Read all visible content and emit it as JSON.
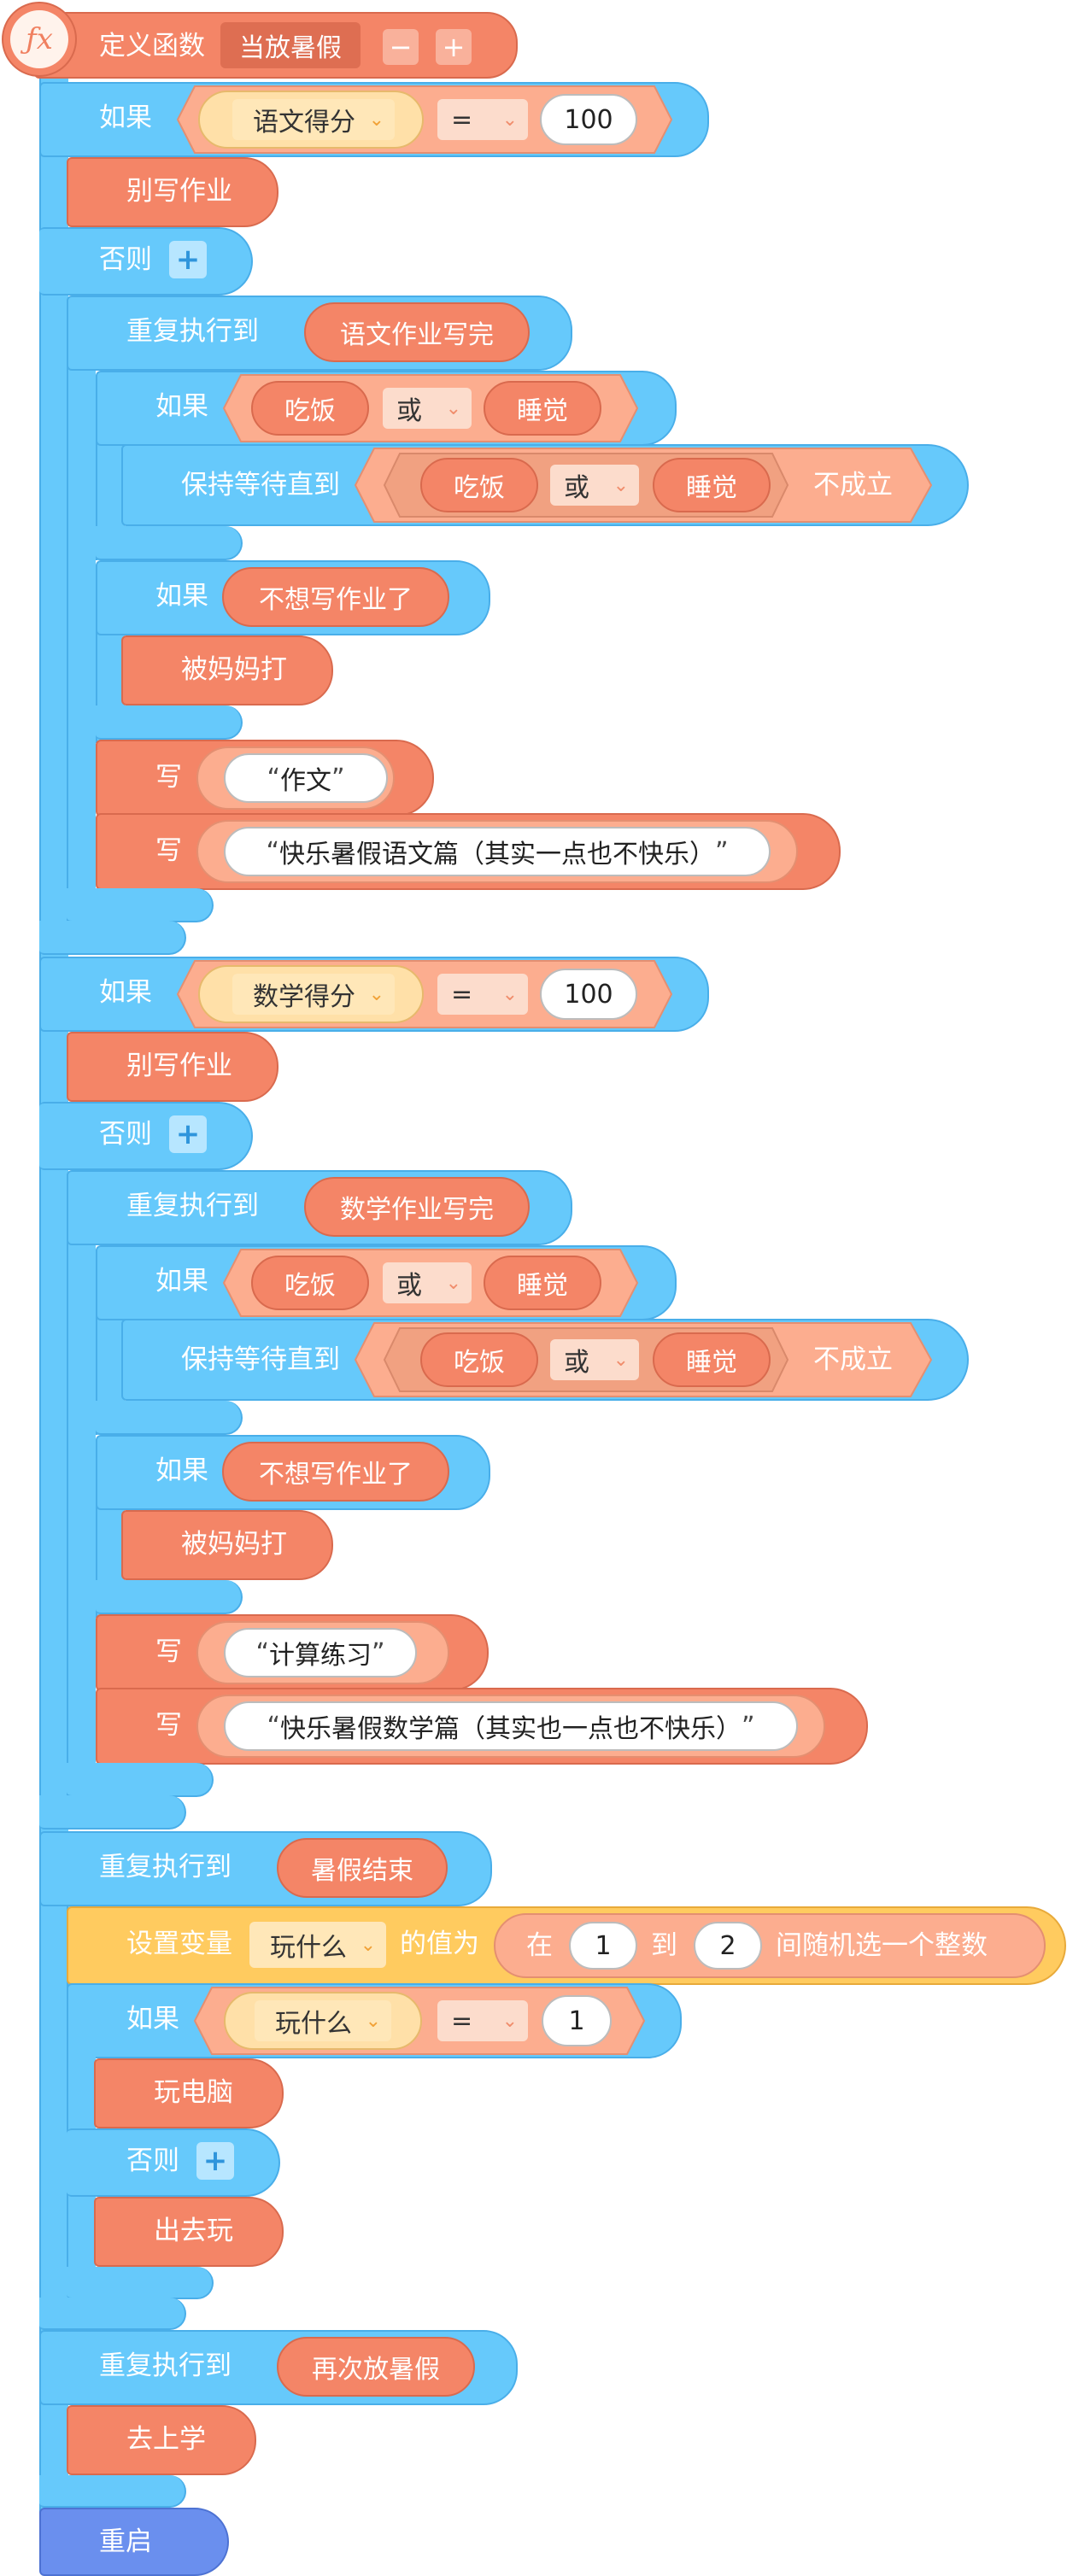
{
  "fn_icon": "ƒx",
  "def_label": "定义函数",
  "fn_name": "当放暑假",
  "minus": "−",
  "plus": "+",
  "if_label": "如果",
  "else_label": "否则",
  "repeat_until": "重复执行到",
  "wait_until": "保持等待直到",
  "not_true": "不成立",
  "or": "或",
  "eq": "=",
  "write": "写",
  "qopen": "“",
  "qclose": "”",
  "sec1": {
    "var": "语文得分",
    "value": "100",
    "then_action": "别写作业",
    "until_cond": "语文作业写完",
    "eat": "吃饭",
    "sleep": "睡觉",
    "cond2": "不想写作业了",
    "action2": "被妈妈打",
    "write1": "作文",
    "write2": "快乐暑假语文篇（其实一点也不快乐）"
  },
  "sec2": {
    "var": "数学得分",
    "value": "100",
    "then_action": "别写作业",
    "until_cond": "数学作业写完",
    "eat": "吃饭",
    "sleep": "睡觉",
    "cond2": "不想写作业了",
    "action2": "被妈妈打",
    "write1": "计算练习",
    "write2": "快乐暑假数学篇（其实也一点也不快乐）"
  },
  "sec3": {
    "until_cond": "暑假结束",
    "set_var": "设置变量",
    "var": "玩什么",
    "value_of": "的值为",
    "in": "在",
    "from": "1",
    "to": "到",
    "to_val": "2",
    "random_label": "间随机选一个整数",
    "if_var": "玩什么",
    "if_value": "1",
    "then_action": "玩电脑",
    "else_action": "出去玩"
  },
  "sec4": {
    "until_cond": "再次放暑假",
    "action": "去上学"
  },
  "restart": "重启",
  "colors": {
    "control": "#66c9fb",
    "function": "#f48567",
    "variable": "#ffcb5f",
    "event": "#6a8fee"
  }
}
